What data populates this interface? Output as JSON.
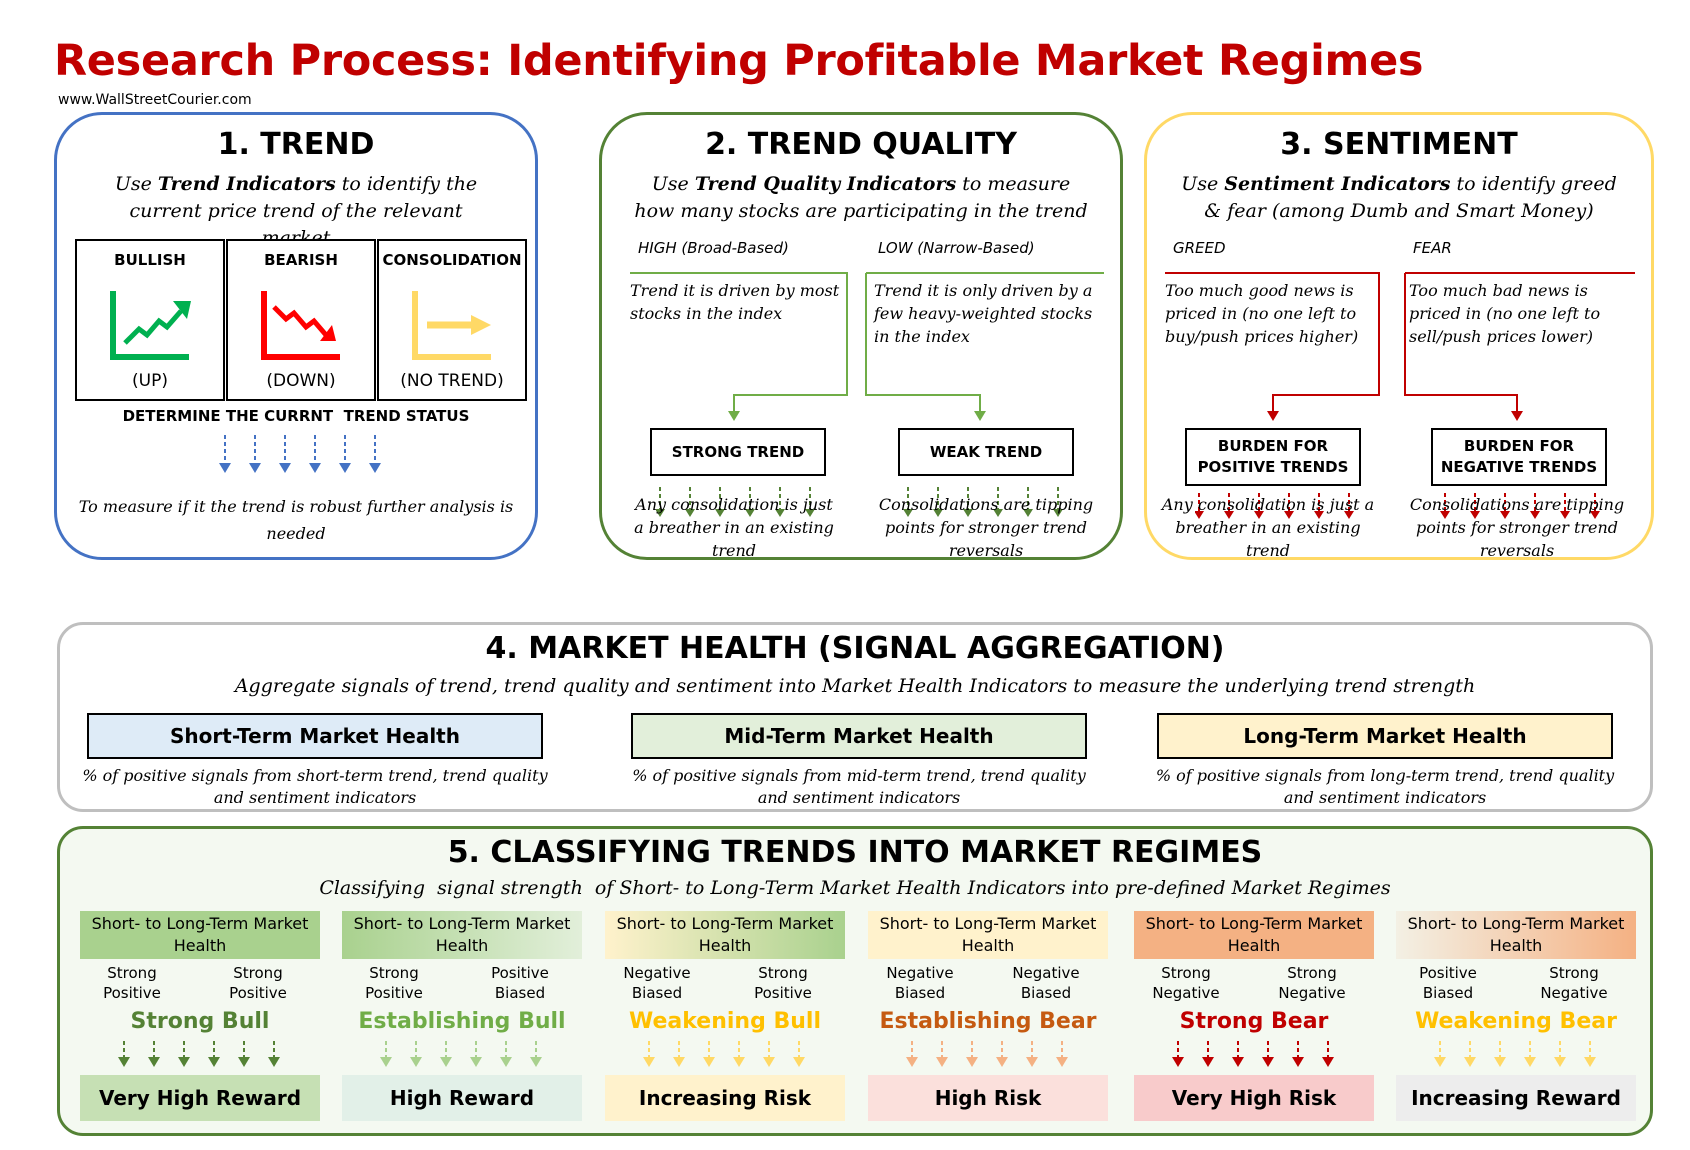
{
  "title": "Research Process: Identifying Profitable Market Regimes",
  "site": "www.WallStreetCourier.com",
  "trend": {
    "title": "1. TREND",
    "desc_pre": "Use ",
    "desc_bold": "Trend Indicators",
    "desc_post": " to identify the current price trend of the relevant market",
    "boxes": [
      {
        "label": "BULLISH",
        "sub": "(UP)",
        "color": "#00b050"
      },
      {
        "label": "BEARISH",
        "sub": "(DOWN)",
        "color": "#ff0000"
      },
      {
        "label": "CONSOLIDATION",
        "sub": "(NO TREND)",
        "color": "#ffd966"
      }
    ],
    "determine": "DETERMINE THE CURRNT  TREND STATUS",
    "footer": "To measure if it the trend is robust further analysis is needed",
    "color": "#4472c4"
  },
  "quality": {
    "title": "2. TREND QUALITY",
    "desc_pre": "Use ",
    "desc_bold": "Trend Quality Indicators",
    "desc_post": " to measure how many stocks are participating in the trend",
    "high_label": "HIGH (Broad-Based)",
    "low_label": "LOW (Narrow-Based)",
    "high_text": "Trend it is driven by most stocks in the index",
    "low_text": "Trend it is only driven by a few heavy-weighted stocks in the index",
    "strong": "STRONG TREND",
    "weak": "WEAK TREND",
    "strong_note": "Any consolidation is just a breather in an existing trend",
    "weak_note": "Consolidations are tipping points for stronger trend reversals",
    "color": "#548235",
    "line_color": "#70ad47"
  },
  "sentiment": {
    "title": "3. SENTIMENT",
    "desc_pre": "Use ",
    "desc_bold": "Sentiment Indicators",
    "desc_post": " to identify greed & fear (among Dumb and Smart Money)",
    "greed_label": "GREED",
    "fear_label": "FEAR",
    "greed_text": "Too much good news is priced in (no one left to buy/push prices higher)",
    "fear_text": "Too much bad news is priced in (no one left to sell/push prices lower)",
    "burden_pos": "BURDEN FOR POSITIVE TRENDS",
    "burden_neg": "BURDEN FOR NEGATIVE TRENDS",
    "pos_note": "Any consolidation is just a breather in an existing trend",
    "neg_note": "Consolidations are tipping points for stronger trend reversals",
    "color": "#ffd966",
    "line_color": "#c00000"
  },
  "health": {
    "title": "4. MARKET HEALTH (SIGNAL AGGREGATION)",
    "desc": "Aggregate signals of trend, trend quality and sentiment into Market Health Indicators to measure the underlying trend strength",
    "bars": [
      {
        "label": "Short-Term Market Health",
        "note": "% of positive signals from short-term trend, trend quality and sentiment indicators",
        "color": "#deebf7"
      },
      {
        "label": "Mid-Term Market Health",
        "note": "% of positive signals from mid-term trend, trend quality and sentiment indicators",
        "color": "#e2efda"
      },
      {
        "label": "Long-Term Market Health",
        "note": "% of positive signals from long-term trend, trend quality and sentiment indicators",
        "color": "#fff2cc"
      }
    ]
  },
  "regimes": {
    "title": "5. CLASSIFYING TRENDS INTO MARKET REGIMES",
    "desc": "Classifying  signal strength  of Short- to Long-Term Market Health Indicators into pre-defined Market Regimes",
    "items": [
      {
        "head": "Short- to Long-Term Market Health",
        "left": "Strong Positive",
        "right": "Strong Positive",
        "name": "Strong Bull",
        "name_color": "#548235",
        "arrow_color": "#548235",
        "outcome": "Very High Reward",
        "out_bg": "#c6e0b4",
        "head_bg": "#a9d18e"
      },
      {
        "head": "Short- to Long-Term Market Health",
        "left": "Strong Positive",
        "right": "Positive Biased",
        "name": "Establishing Bull",
        "name_color": "#70ad47",
        "arrow_color": "#a9d18e",
        "outcome": "High Reward",
        "out_bg": "#e2f0e8",
        "head_bg": "#c9e0b8"
      },
      {
        "head": "Short- to Long-Term Market Health",
        "left": "Negative Biased",
        "right": "Strong Positive",
        "name": "Weakening Bull",
        "name_color": "#ffc000",
        "arrow_color": "#ffd966",
        "outcome": "Increasing Risk",
        "out_bg": "#fff2cc",
        "head_bg": "#e6efc8"
      },
      {
        "head": "Short- to Long-Term Market Health",
        "left": "Negative Biased",
        "right": "Negative Biased",
        "name": "Establishing Bear",
        "name_color": "#c55a11",
        "arrow_color": "#f4b183",
        "outcome": "High Risk",
        "out_bg": "#fbe0dc",
        "head_bg": "#fff2cc"
      },
      {
        "head": "Short- to Long-Term Market Health",
        "left": "Strong Negative",
        "right": "Strong Negative",
        "name": "Strong Bear",
        "name_color": "#c00000",
        "arrow_color": "#c00000",
        "outcome": "Very High Risk",
        "out_bg": "#f8cbcb",
        "head_bg": "#f4b183"
      },
      {
        "head": "Short- to Long-Term Market Health",
        "left": "Positive Biased",
        "right": "Strong Negative",
        "name": "Weakening Bear",
        "name_color": "#ffc000",
        "arrow_color": "#ffd966",
        "outcome": "Increasing Reward",
        "out_bg": "#ededed",
        "head_bg": "#f5d4b8"
      }
    ]
  }
}
